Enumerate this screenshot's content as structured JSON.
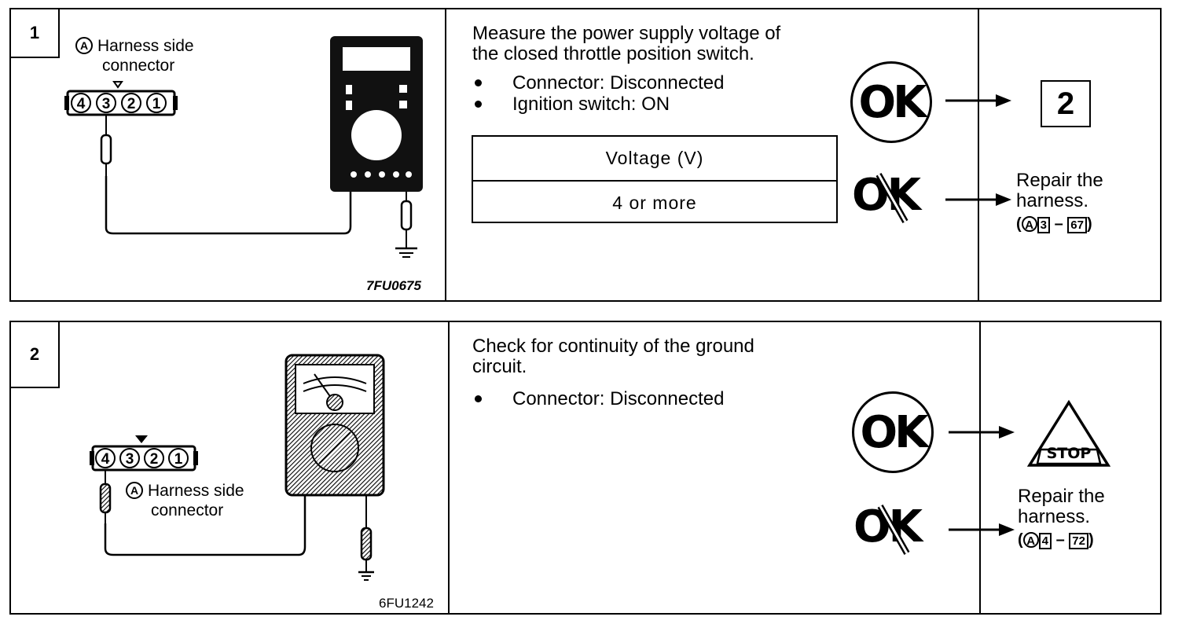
{
  "steps": [
    {
      "number": "1",
      "connector_label_line1": "Harness side",
      "connector_label_line2": "connector",
      "connector_marker": "A",
      "pins": [
        "4",
        "3",
        "2",
        "1"
      ],
      "figure_code": "7FU0675",
      "instruction_line1": "Measure the power supply voltage of",
      "instruction_line2": "the closed throttle position switch.",
      "conditions": [
        "Connector: Disconnected",
        "Ignition switch: ON"
      ],
      "table_header": "Voltage  (V)",
      "table_value": "4  or  more",
      "ok_label": "OK",
      "ng_label": "OK",
      "ok_result": "2",
      "ng_result_line1": "Repair the",
      "ng_result_line2": "harness.",
      "ng_ref_marker": "A",
      "ng_ref_pin": "3",
      "ng_ref_dash": "–",
      "ng_ref_wire": "67"
    },
    {
      "number": "2",
      "connector_label_line1": "Harness side",
      "connector_label_line2": "connector",
      "connector_marker": "A",
      "pins": [
        "4",
        "3",
        "2",
        "1"
      ],
      "figure_code": "6FU1242",
      "instruction_line1": "Check for continuity of the ground",
      "instruction_line2": "circuit.",
      "conditions": [
        "Connector: Disconnected"
      ],
      "ok_label": "OK",
      "ng_label": "OK",
      "ok_result": "STOP",
      "ng_result_line1": "Repair the",
      "ng_result_line2": "harness.",
      "ng_ref_marker": "A",
      "ng_ref_pin": "4",
      "ng_ref_dash": "–",
      "ng_ref_wire": "72"
    }
  ]
}
